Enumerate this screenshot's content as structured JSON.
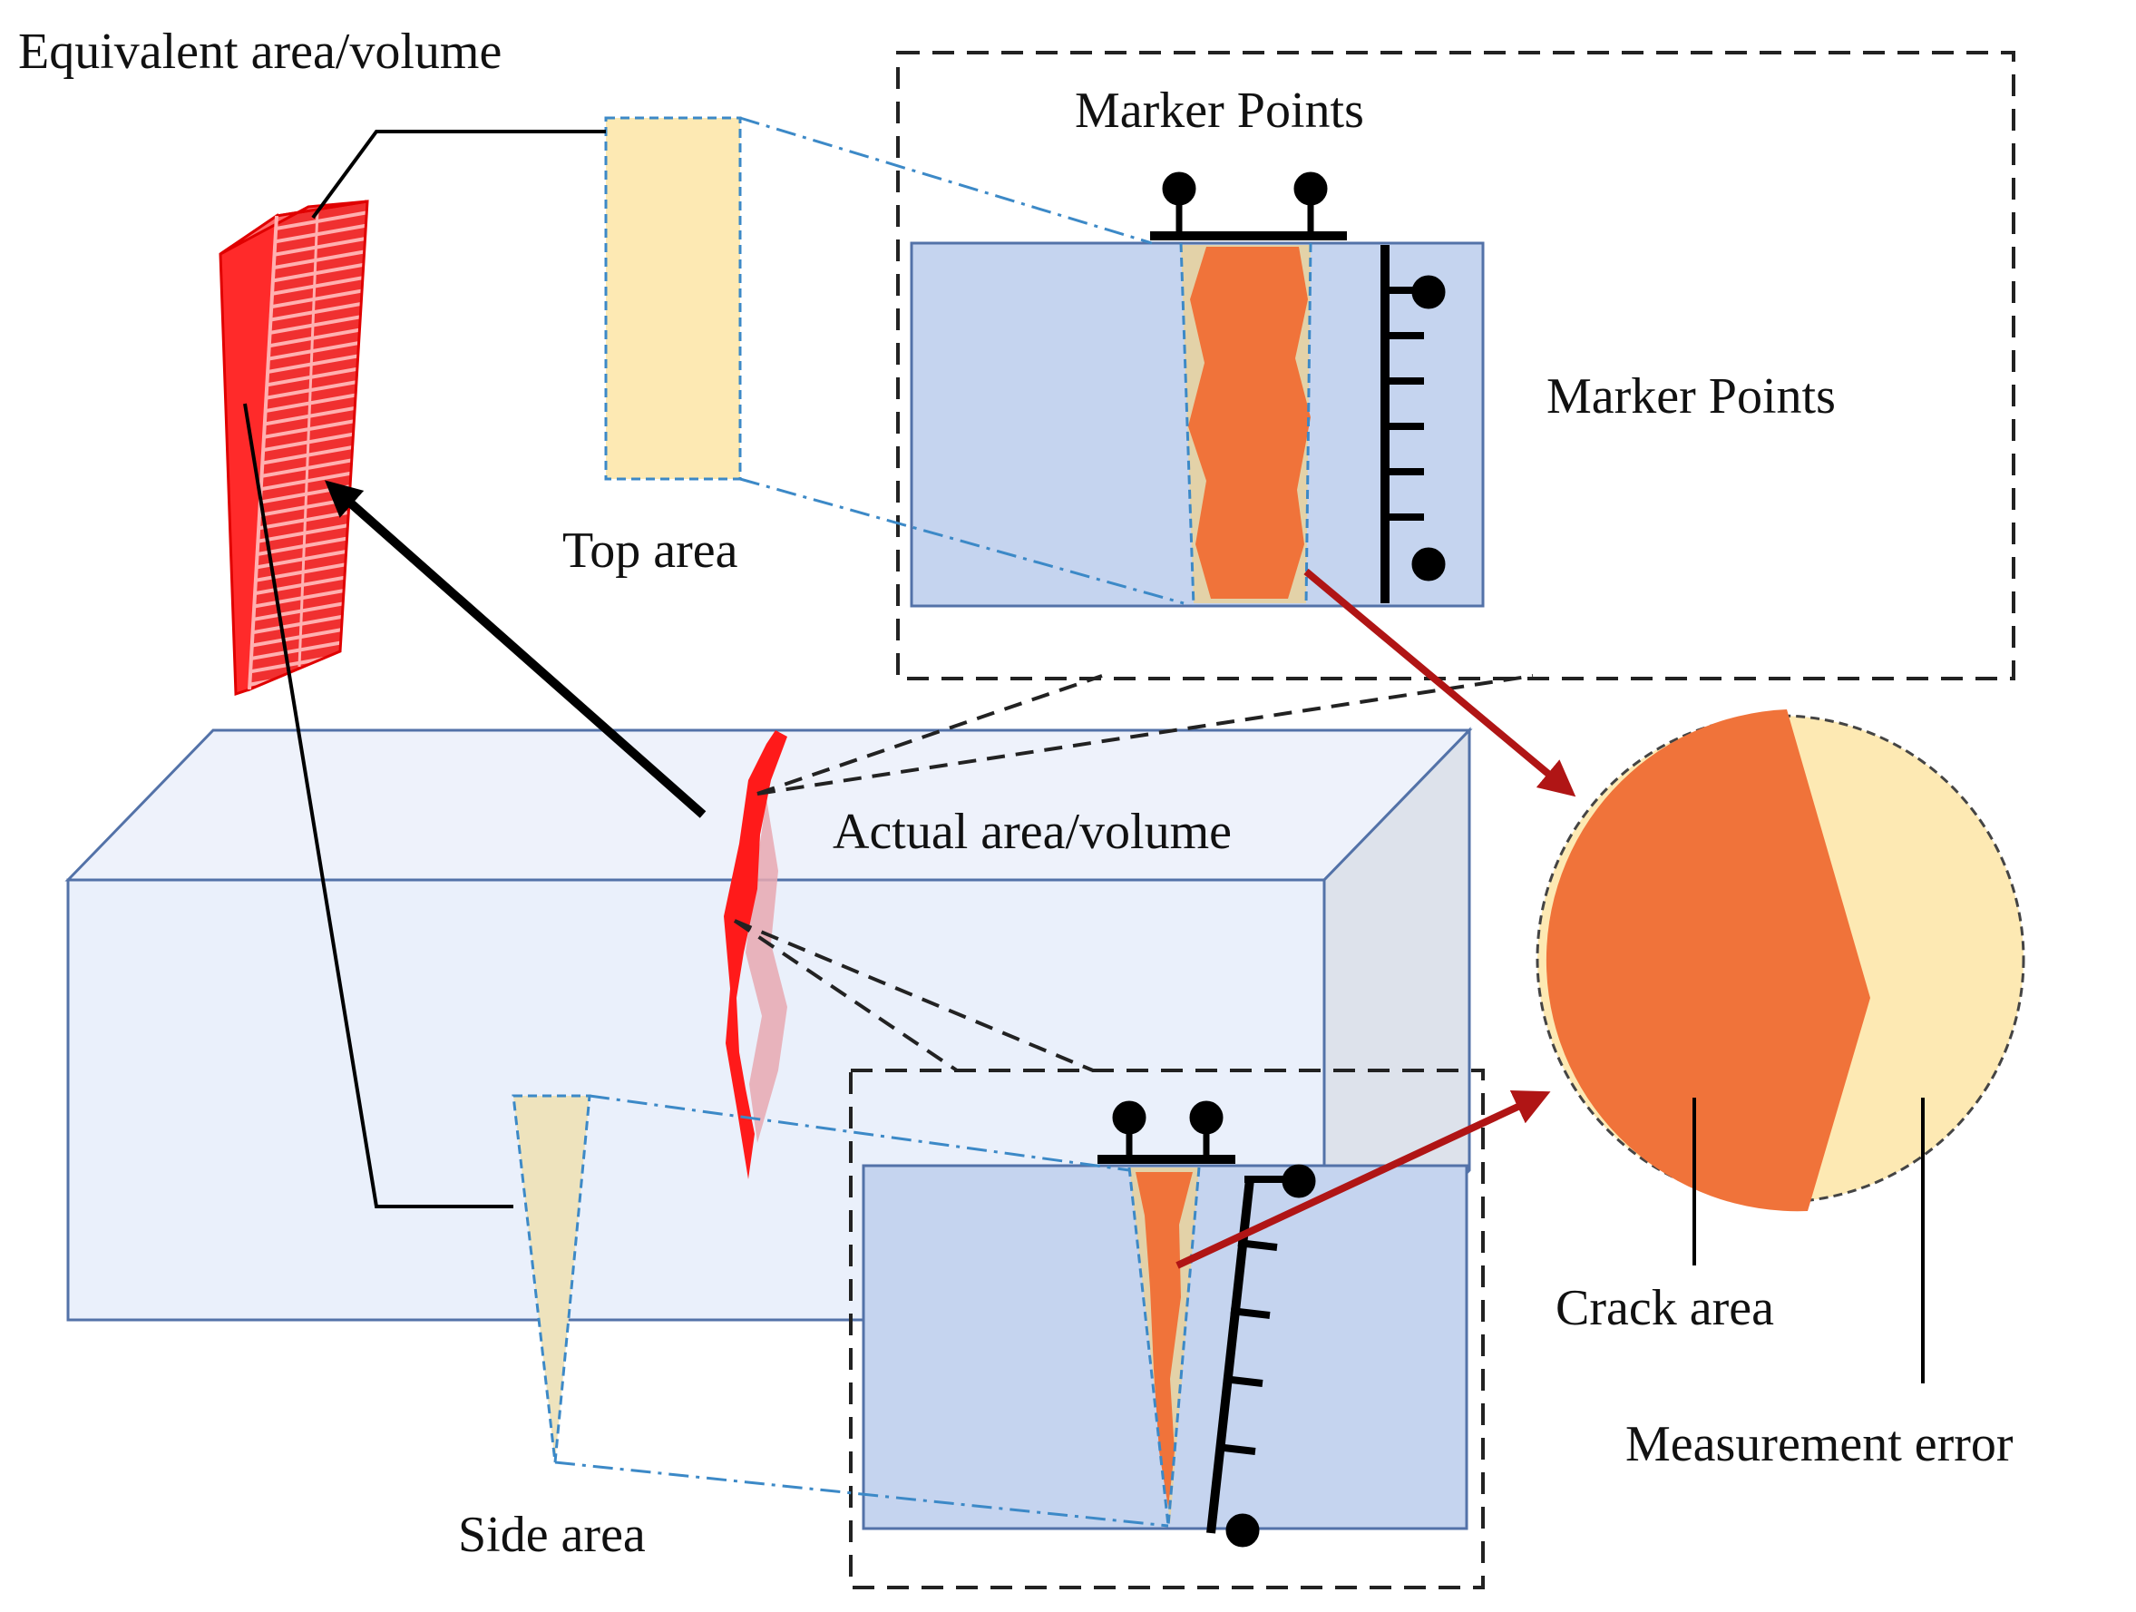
{
  "labels": {
    "equivalent": "Equivalent area/volume",
    "marker_points_top": "Marker Points",
    "marker_points_right": "Marker Points",
    "top_area": "Top area",
    "actual": "Actual area/volume",
    "side_area": "Side area",
    "crack_area": "Crack area",
    "measurement_error": "Measurement error"
  },
  "colors": {
    "block_fill": "#EAF0FB",
    "block_right_face": "#DDE2EB",
    "block_stroke": "#5372A8",
    "panel_fill": "#C5D4EF",
    "crack_red": "#FF0000",
    "crack_area": "#F0733A",
    "measurement_error": "#FDE9B3",
    "area_fill": "#FBE6B8",
    "arrow_dark_red": "#B01515",
    "dash_blue": "#3C89C7"
  }
}
